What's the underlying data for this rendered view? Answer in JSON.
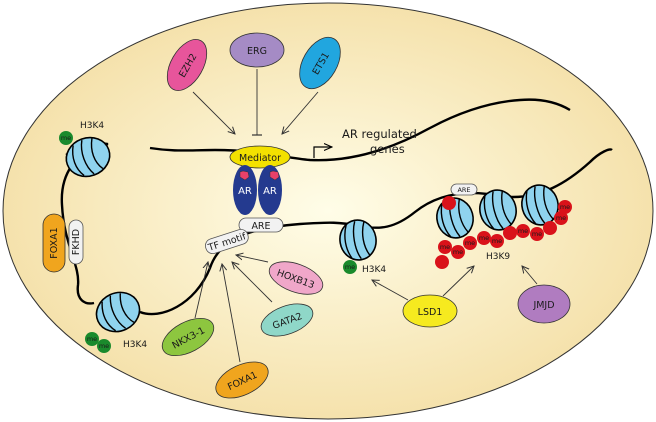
{
  "colors": {
    "cell_fill_center": "#fffde8",
    "cell_fill_edge": "#f4dfa6",
    "cell_stroke": "#333333",
    "dna": "#000000",
    "nucleosome": "#8fd3ee",
    "methyl_green": "#1a8a2c",
    "methyl_red": "#d9121a",
    "mediator": "#f3e100",
    "ar_protein": "#243a8f",
    "ar_ligand": "#e8416a",
    "ezh2": "#e7559b",
    "erg": "#a58bc5",
    "ets1": "#21a6df",
    "foxa1": "#f0a51e",
    "hoxb13": "#f0a7c9",
    "gata2": "#8fd7c8",
    "nkx3_1": "#8dc63f",
    "lsd1": "#f6ea1f",
    "jmjd": "#b07cc0",
    "element_box": "#f2f2f2"
  },
  "labels": {
    "ezh2": "EZH2",
    "erg": "ERG",
    "ets1": "ETS1",
    "mediator": "Mediator",
    "ar": "AR",
    "are": "ARE",
    "genes_line1": "AR regulated",
    "genes_line2": "genes",
    "h3k4": "H3K4",
    "h3k9": "H3K9",
    "foxa1": "FOXA1",
    "fkhd": "FKHD",
    "tf_motif": "TF motif",
    "hoxb13": "HOXB13",
    "gata2": "GATA2",
    "nkx3_1": "NKX3-1",
    "lsd1": "LSD1",
    "jmjd": "JMJD",
    "me": "me"
  }
}
